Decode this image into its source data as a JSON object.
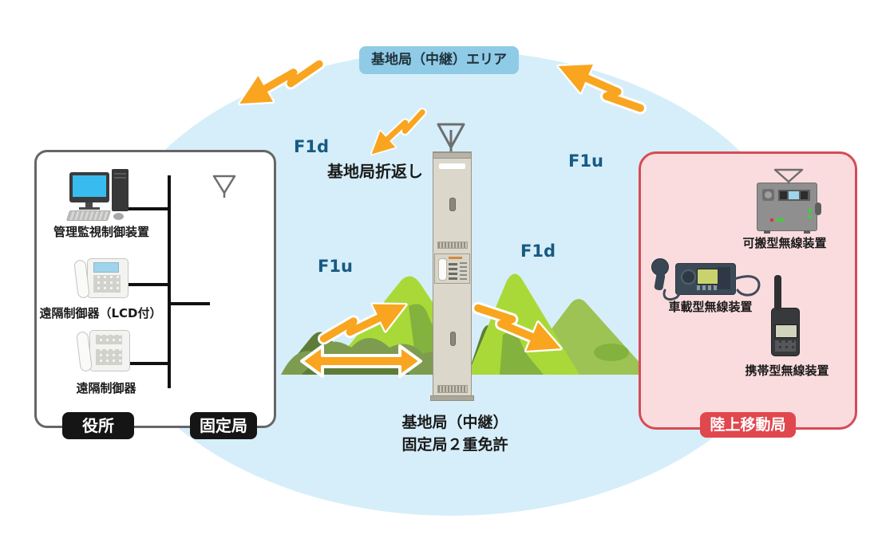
{
  "colors": {
    "orange": "#F9A51F",
    "area_fill": "#D6EEF9",
    "area_label_bg": "#8FCBE6",
    "area_label_text": "#20333C",
    "freq_text": "#175A83",
    "text_dark": "#1A1A1A",
    "pink_fill": "#FBDCDE",
    "pink_border": "#D64B55",
    "red_badge": "#E0474F",
    "black_badge": "#151515",
    "m_bright": "#A9D939",
    "m_shade": "#83B23E",
    "m_olive": "#7E9C4F",
    "m_dark": "#5E7C38",
    "m_ridge": "#9CC353",
    "cabinet_body": "#DBD7CA",
    "screen_blue": "#38BCEF"
  },
  "area": {
    "label": "基地局（中継）エリア"
  },
  "freq": {
    "top_left": "F1d",
    "top_right": "F1u",
    "mid_left": "F1u",
    "mid_right": "F1d"
  },
  "relay_note": "基地局折返し",
  "base_station": {
    "line1": "基地局（中継）",
    "line2": "固定局２重免許"
  },
  "office": {
    "badge": "役所",
    "devices": [
      {
        "label": "管理監視制御装置"
      },
      {
        "label": "遠隔制御器（LCD付）"
      },
      {
        "label": "遠隔制御器"
      }
    ]
  },
  "fixed_station": {
    "badge": "固定局"
  },
  "mobile": {
    "badge": "陸上移動局",
    "devices": [
      {
        "label": "可搬型無線装置"
      },
      {
        "label": "車載型無線装置"
      },
      {
        "label": "携帯型無線装置"
      }
    ]
  }
}
